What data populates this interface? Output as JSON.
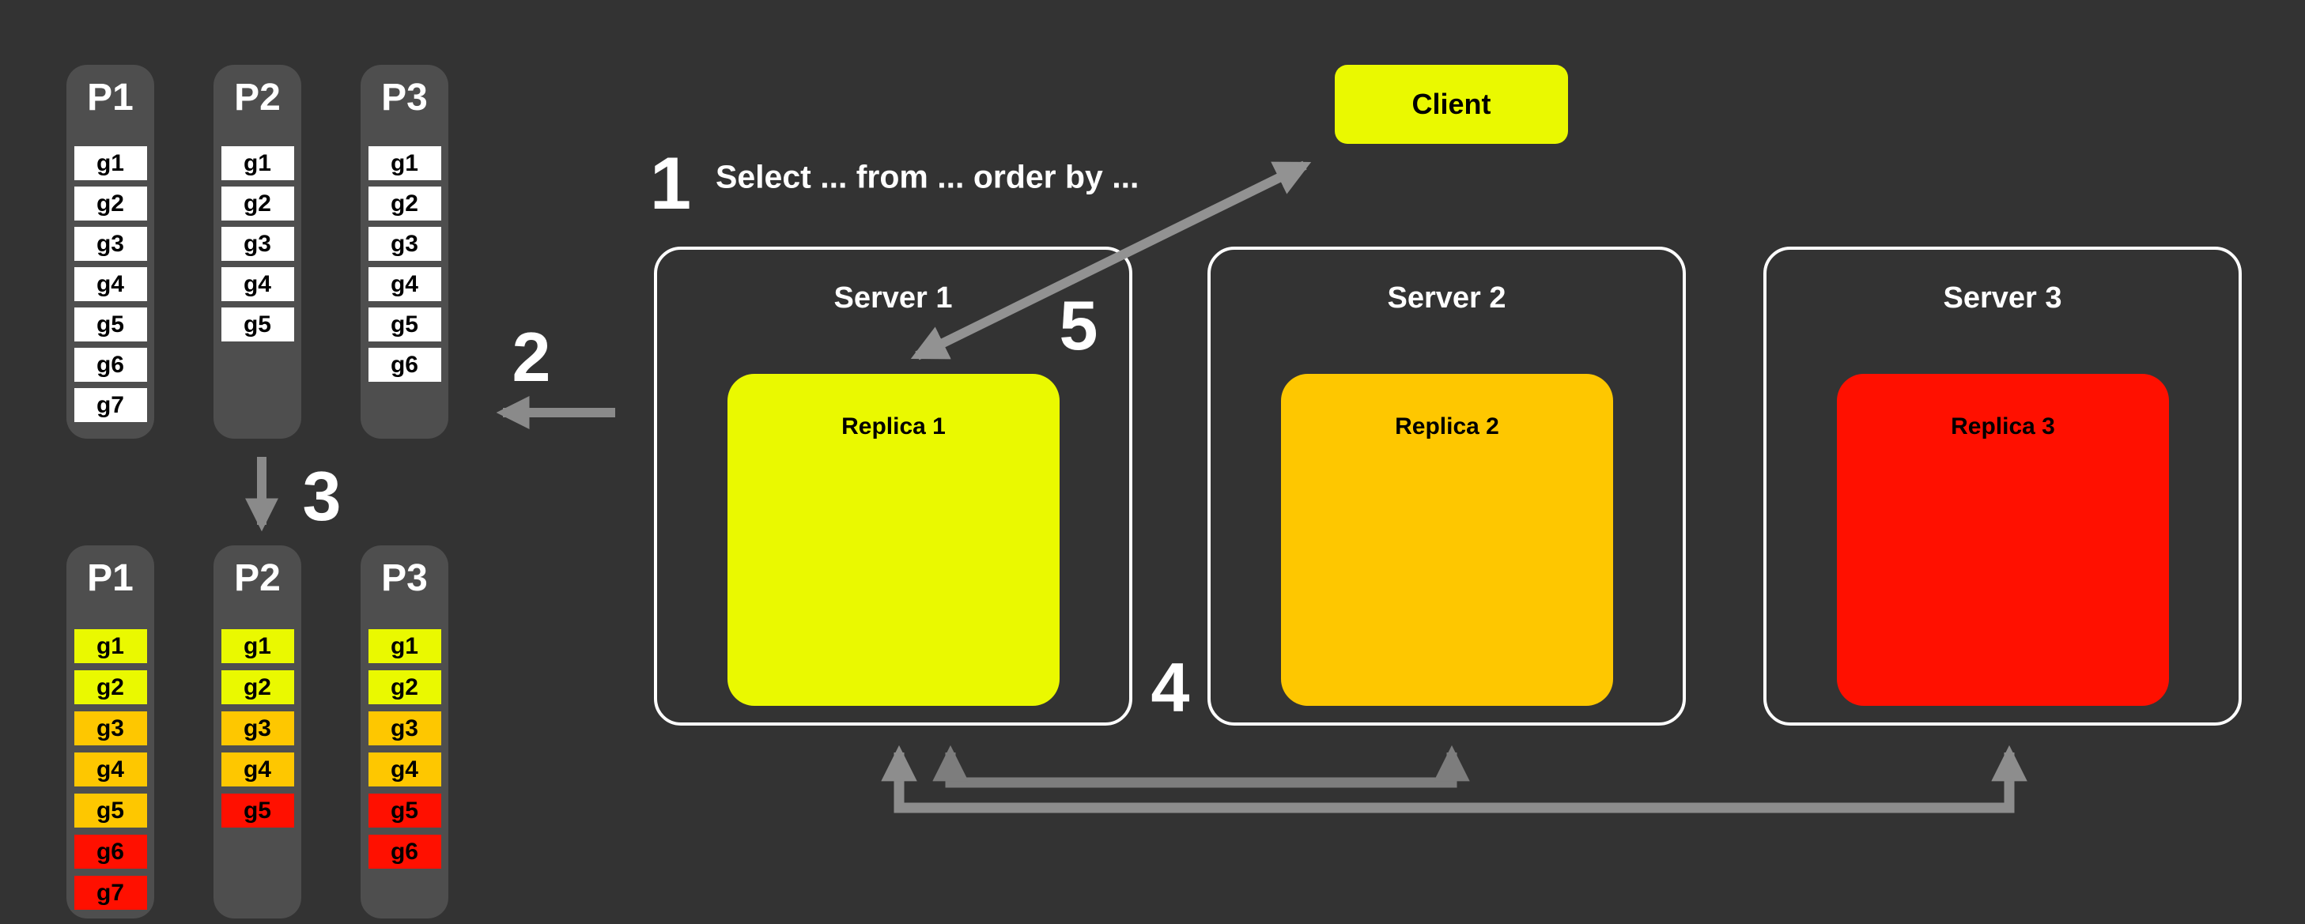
{
  "colors": {
    "background": "#333333",
    "panel_gray": "#4e4e4e",
    "white": "#ffffff",
    "yellow": "#eaf900",
    "orange": "#fec700",
    "red": "#ff1000",
    "arrow_gray": "#8a8a8a",
    "arrow_dark_gray": "#7d7d7d",
    "arrow_outer_gray": "#8d8d8d",
    "arrow_diagonal_gray": "#929292"
  },
  "query_annotation": "Select ... from ... order by ...",
  "steps": {
    "s1": "1",
    "s2": "2",
    "s3": "3",
    "s4": "4",
    "s5": "5"
  },
  "client": {
    "label": "Client"
  },
  "servers": [
    {
      "label": "Server 1",
      "replica_label": "Replica 1",
      "replica_color": "yellow"
    },
    {
      "label": "Server 2",
      "replica_label": "Replica 2",
      "replica_color": "orange"
    },
    {
      "label": "Server 3",
      "replica_label": "Replica 3",
      "replica_color": "red"
    }
  ],
  "partitions_before": [
    {
      "label": "P1",
      "groups": [
        {
          "label": "g1",
          "color": "white"
        },
        {
          "label": "g2",
          "color": "white"
        },
        {
          "label": "g3",
          "color": "white"
        },
        {
          "label": "g4",
          "color": "white"
        },
        {
          "label": "g5",
          "color": "white"
        },
        {
          "label": "g6",
          "color": "white"
        },
        {
          "label": "g7",
          "color": "white"
        }
      ]
    },
    {
      "label": "P2",
      "groups": [
        {
          "label": "g1",
          "color": "white"
        },
        {
          "label": "g2",
          "color": "white"
        },
        {
          "label": "g3",
          "color": "white"
        },
        {
          "label": "g4",
          "color": "white"
        },
        {
          "label": "g5",
          "color": "white"
        }
      ]
    },
    {
      "label": "P3",
      "groups": [
        {
          "label": "g1",
          "color": "white"
        },
        {
          "label": "g2",
          "color": "white"
        },
        {
          "label": "g3",
          "color": "white"
        },
        {
          "label": "g4",
          "color": "white"
        },
        {
          "label": "g5",
          "color": "white"
        },
        {
          "label": "g6",
          "color": "white"
        }
      ]
    }
  ],
  "partitions_after": [
    {
      "label": "P1",
      "groups": [
        {
          "label": "g1",
          "color": "yellow"
        },
        {
          "label": "g2",
          "color": "yellow"
        },
        {
          "label": "g3",
          "color": "orange"
        },
        {
          "label": "g4",
          "color": "orange"
        },
        {
          "label": "g5",
          "color": "orange"
        },
        {
          "label": "g6",
          "color": "red"
        },
        {
          "label": "g7",
          "color": "red"
        }
      ]
    },
    {
      "label": "P2",
      "groups": [
        {
          "label": "g1",
          "color": "yellow"
        },
        {
          "label": "g2",
          "color": "yellow"
        },
        {
          "label": "g3",
          "color": "orange"
        },
        {
          "label": "g4",
          "color": "orange"
        },
        {
          "label": "g5",
          "color": "red"
        }
      ]
    },
    {
      "label": "P3",
      "groups": [
        {
          "label": "g1",
          "color": "yellow"
        },
        {
          "label": "g2",
          "color": "yellow"
        },
        {
          "label": "g3",
          "color": "orange"
        },
        {
          "label": "g4",
          "color": "orange"
        },
        {
          "label": "g5",
          "color": "red"
        },
        {
          "label": "g6",
          "color": "red"
        }
      ]
    }
  ],
  "layout_hints": {
    "partition_x": [
      84,
      270,
      456
    ],
    "server_x": [
      827,
      1527,
      2230
    ]
  }
}
